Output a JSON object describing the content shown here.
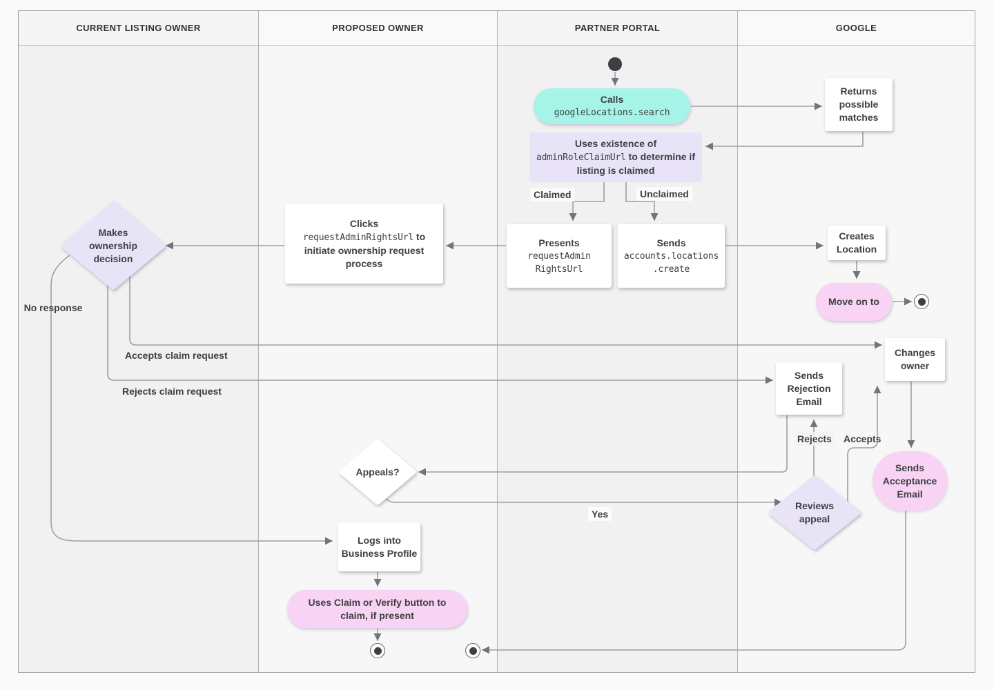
{
  "lanes": [
    {
      "label": "CURRENT LISTING OWNER"
    },
    {
      "label": "PROPOSED OWNER"
    },
    {
      "label": "PARTNER PORTAL"
    },
    {
      "label": "GOOGLE"
    }
  ],
  "nodes": {
    "calls": {
      "label": "Calls",
      "code": "googleLocations.search"
    },
    "returns_matches": {
      "label": "Returns possible matches"
    },
    "claim_check": {
      "label_before": "Uses existence of",
      "code": "adminRoleClaimUrl",
      "label_after": "to determine if listing is claimed"
    },
    "presents_url": {
      "label": "Presents",
      "code": "requestAdmin\nRightsUrl"
    },
    "sends_create": {
      "label": "Sends",
      "code": "accounts.locations\n.create"
    },
    "creates_location": {
      "label": "Creates Location"
    },
    "move_on": {
      "label": "Move on to"
    },
    "clicks_url": {
      "label_before": "Clicks",
      "code": "requestAdminRightsUrl",
      "label_after": "to initiate ownership request process"
    },
    "makes_decision": {
      "label": "Makes ownership decision"
    },
    "changes_owner": {
      "label": "Changes owner"
    },
    "sends_rejection": {
      "label": "Sends Rejection Email"
    },
    "sends_acceptance": {
      "label": "Sends Acceptance Email"
    },
    "appeals": {
      "label": "Appeals?"
    },
    "reviews_appeal": {
      "label": "Reviews appeal"
    },
    "logs_in": {
      "label": "Logs into Business Profile"
    },
    "uses_claim": {
      "label": "Uses Claim or Verify button to claim, if present"
    }
  },
  "edge_labels": {
    "claimed": "Claimed",
    "unclaimed": "Unclaimed",
    "no_response": "No response",
    "accepts_claim": "Accepts claim request",
    "rejects_claim": "Rejects claim request",
    "rejects": "Rejects",
    "accepts": "Accepts",
    "yes": "Yes"
  },
  "colors": {
    "teal_activity": "#a6f4e7",
    "pink_activity": "#f8d3f3",
    "lavender_activity": "#e9e3f7",
    "line": "#9aa0a6",
    "arrow": "#6f757b",
    "text": "#3c4043"
  }
}
